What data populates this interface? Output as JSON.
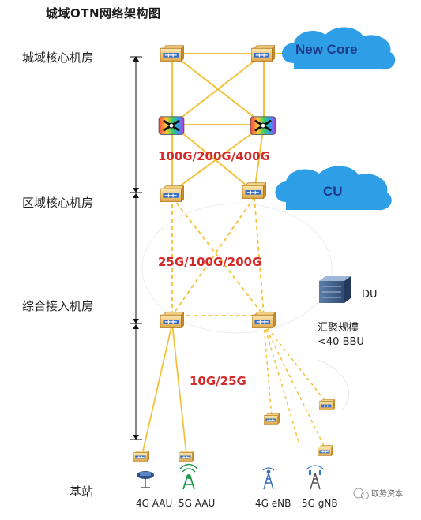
{
  "title": "城域OTN网络架构图",
  "levels": {
    "metro_core": "城域核心机房",
    "regional_core": "区域核心机房",
    "access": "综合接入机房",
    "base_station": "基站"
  },
  "clouds": {
    "new_core": "New Core",
    "cu": "CU"
  },
  "rates": {
    "core": "100G/200G/400G",
    "aggregation": "25G/100G/200G",
    "access": "10G/25G"
  },
  "du": {
    "label": "DU",
    "scale_line1": "汇聚规模",
    "scale_line2": "<40 BBU"
  },
  "stations": [
    "4G AAU",
    "5G AAU",
    "4G eNB",
    "5G gNB"
  ],
  "watermark": "取势资本",
  "colors": {
    "link": "#f2c23a",
    "rate_text": "#d42a2a",
    "cloud": "#2e9fe6",
    "cloud_text": "#1f3a8a"
  }
}
